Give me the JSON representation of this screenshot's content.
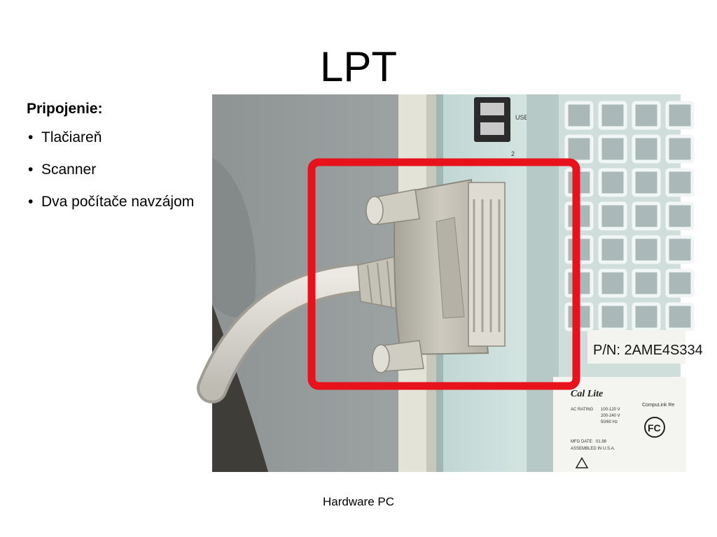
{
  "slide": {
    "title": "LPT",
    "heading": "Pripojenie:",
    "bullets": [
      "Tlačiareň",
      "Scanner",
      "Dva počítače navzájom"
    ],
    "bullet_glyph": "•",
    "footer": "Hardware PC"
  },
  "photo": {
    "usb_label": "USB",
    "port_number": "2",
    "part_number": "P/N: 2AME4S334",
    "label_brand": "Cal Lite",
    "label_right_heading": "CompuLink Re",
    "ac_rating_label": "AC RATING",
    "voltage_line_1": "100-120 V",
    "voltage_line_2": "200-240 V",
    "frequency": "50/60 Hz",
    "fc_mark": "FC",
    "mfg_date_label": "MFG DATE:",
    "mfg_date": "01.98",
    "assembled_text": "ASSEMBLED IN U.S.A.",
    "highlight_color": "#e8121c"
  }
}
